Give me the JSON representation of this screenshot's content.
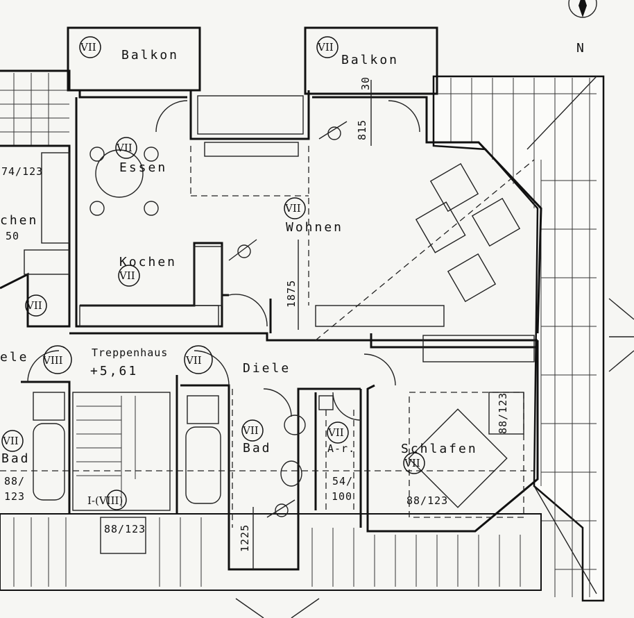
{
  "compass": {
    "north_label": "N"
  },
  "rooms": {
    "balkon_left": {
      "label": "Balkon",
      "group": "VII"
    },
    "balkon_right": {
      "label": "Balkon",
      "group": "VII"
    },
    "essen": {
      "label": "Essen",
      "group": "VII"
    },
    "wohnen": {
      "label": "Wohnen",
      "group": "VII"
    },
    "kochen": {
      "label": "Kochen",
      "group": "VII"
    },
    "kochen_left_partial": {
      "label": "chen",
      "size": "50"
    },
    "left_size": {
      "value": "74/123"
    },
    "treppenhaus": {
      "label": "Treppenhaus",
      "elevation": "+5,61",
      "group": "VIII",
      "range": "I-(VIII)",
      "size": "88/123"
    },
    "diele": {
      "label": "Diele",
      "group": "VII"
    },
    "diele_left_partial": {
      "label": "ele"
    },
    "bad": {
      "label": "Bad",
      "group": "VII"
    },
    "bad_left": {
      "label": "Bad",
      "group": "VII",
      "size_top": "88/",
      "size_bottom": "123"
    },
    "abstellraum": {
      "label": "A-r.",
      "group": "VII",
      "size_top": "54/",
      "size_bottom": "100"
    },
    "schlafen": {
      "label": "Schlafen",
      "group": "VII",
      "size": "88/123",
      "size_vertical": "88/123"
    },
    "left_small_group": {
      "group": "VII"
    }
  },
  "dimensions": {
    "d30": "30",
    "d815": "815",
    "d1875": "1875",
    "d1225": "1225"
  }
}
